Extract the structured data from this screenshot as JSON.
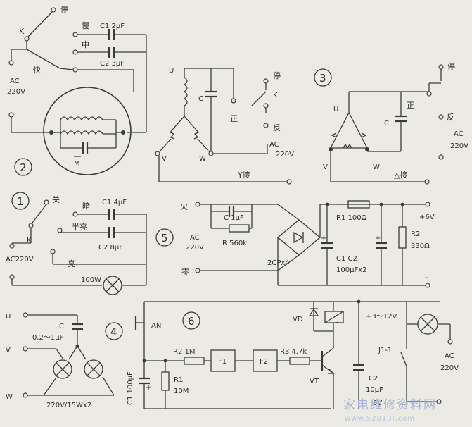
{
  "labels": {
    "stop": "停",
    "slow": "慢",
    "mid": "中",
    "fast": "快",
    "k": "K",
    "ac": "AC",
    "v220": "220V",
    "c1_2uf": "C1  2μF",
    "c2_3uf": "C2    3μF",
    "motor_m": "M",
    "num2": "2",
    "num3": "3",
    "num1": "1",
    "num4": "4",
    "num5": "5",
    "num6": "6",
    "u": "U",
    "v": "V",
    "w": "W",
    "c": "C",
    "zheng": "正",
    "fan": "反",
    "y_conn": "Y接",
    "delta_conn": "△接",
    "guan": "关",
    "an_dark": "暗",
    "half": "半亮",
    "liang": "亮",
    "c1_4uf": "C1  4μF",
    "c2_8uf": "C2     8μF",
    "ac220v": "AC220V",
    "w100": "100W",
    "huo": "火",
    "ling": "零",
    "c_1uf": "C   1μF",
    "r_560k": "R   560k",
    "cp": "2CPx4",
    "r1_100": "R1   100Ω",
    "r2": "R2",
    "r2_val": "330Ω",
    "plus6v": "+6V",
    "minus": "-",
    "c1c2": "C1  C2",
    "c12_val": "100μFx2",
    "c_cap": "C",
    "c_range": "0.2～1μF",
    "lamps": "220V/15Wx2",
    "an": "AN",
    "vd": "VD",
    "j": "J",
    "v312": "+3～12V",
    "r2_1m": "R2   1M",
    "f1": "F1",
    "f2": "F2",
    "r3": "R3   4.7k",
    "r1_10m": "R1",
    "r1_10m_val": "10M",
    "c1_100": "C1 100μF",
    "vt": "VT",
    "c2_cap": "C2",
    "c2_10uf": "10μF",
    "j11": "J1-1",
    "pct_v": "6V"
  },
  "watermark": {
    "text": "家电维修资料网",
    "url": "www.52010I.com"
  }
}
